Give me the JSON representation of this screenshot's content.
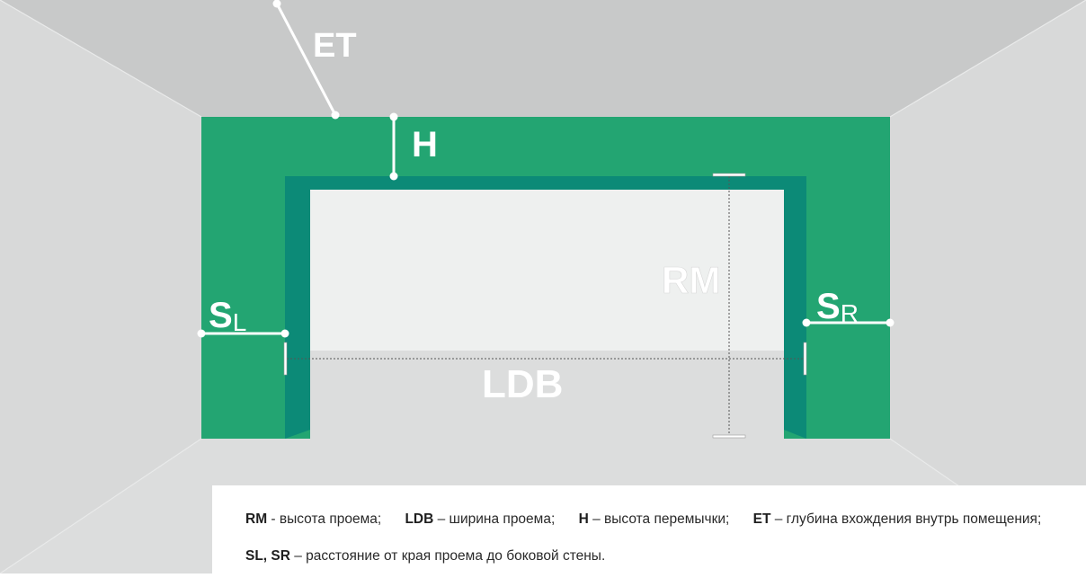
{
  "diagram": {
    "labels": {
      "et": "ET",
      "h": "H",
      "rm": "RM",
      "ldb": "LDB",
      "sl_main": "S",
      "sl_sub": "L",
      "sr_main": "S",
      "sr_sub": "R"
    },
    "colors": {
      "wall_green": "#23a572",
      "opening_frame": "#0c8a77",
      "ceiling": "#c8c9c9",
      "side_walls": "#d6d7d7",
      "floor": "#dedfdf",
      "opening_fill": "#eef0ef"
    }
  },
  "legend": {
    "line1": [
      {
        "key": "RM",
        "text": " - высота проема;"
      },
      {
        "key": "LDB",
        "text": " – ширина проема;"
      },
      {
        "key": "H",
        "text": " – высота перемычки;"
      },
      {
        "key": "ET",
        "text": " – глубина вхождения внутрь помещения;"
      }
    ],
    "line2": [
      {
        "key": "SL, SR",
        "text": " – расстояние от края проема до боковой стены."
      }
    ]
  }
}
